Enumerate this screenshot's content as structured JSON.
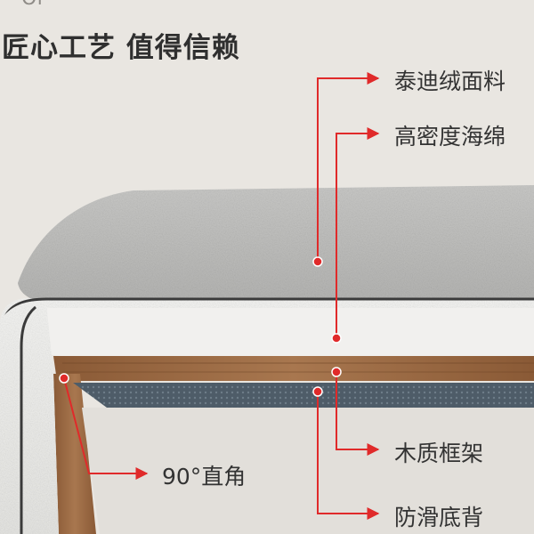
{
  "headline": "匠心工艺 值得信赖",
  "logo_text": "Of",
  "callouts": {
    "fabric": "泰迪绒面料",
    "foam": "高密度海绵",
    "frame": "木质框架",
    "corner": "90°直角",
    "backing": "防滑底背"
  },
  "colors": {
    "background": "#e9e6e1",
    "accent_red": "#e02a2a",
    "fabric": "#d9d9d7",
    "wood": "#9a6b45",
    "backing": "#4c5a66"
  }
}
